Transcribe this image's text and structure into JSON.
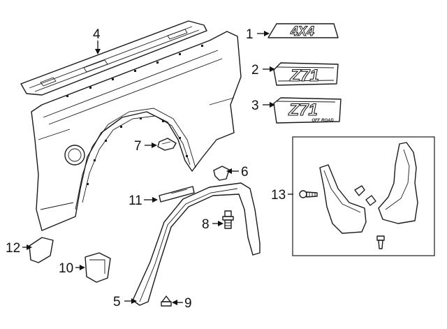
{
  "diagram": {
    "callouts": {
      "c1": "1",
      "c2": "2",
      "c3": "3",
      "c4": "4",
      "c5": "5",
      "c6": "6",
      "c7": "7",
      "c8": "8",
      "c9": "9",
      "c10": "10",
      "c11": "11",
      "c12": "12",
      "c13": "13"
    },
    "emblems": {
      "badge_4x4": "4X4",
      "badge_z71": "Z71",
      "badge_offroad": "OFF ROAD"
    }
  }
}
